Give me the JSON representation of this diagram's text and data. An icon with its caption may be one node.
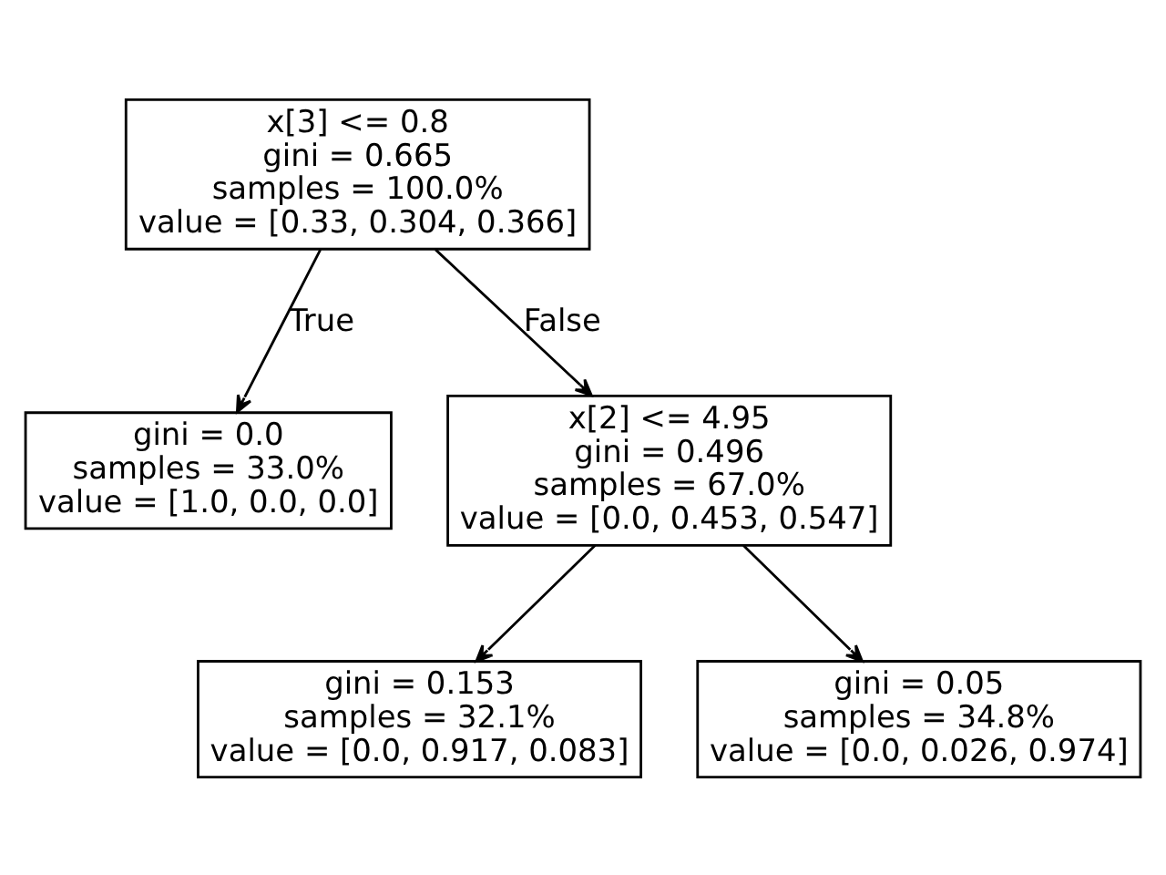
{
  "diagram": {
    "nodes": [
      {
        "text": [
          "x[3] <= 0.8",
          "gini = 0.665",
          "samples = 100.0%",
          "value = [0.33, 0.304, 0.366]"
        ]
      },
      {
        "text": [
          "gini = 0.0",
          "samples = 33.0%",
          "value = [1.0, 0.0, 0.0]"
        ]
      },
      {
        "text": [
          "x[2] <= 4.95",
          "gini = 0.496",
          "samples = 67.0%",
          "value = [0.0, 0.453, 0.547]"
        ]
      },
      {
        "text": [
          "gini = 0.153",
          "samples = 32.1%",
          "value = [0.0, 0.917, 0.083]"
        ]
      },
      {
        "text": [
          "gini = 0.05",
          "samples = 34.8%",
          "value = [0.0, 0.026, 0.974]"
        ]
      }
    ],
    "edges": [
      {
        "from": 0,
        "to": 1,
        "arrow": "to",
        "label": "True"
      },
      {
        "from": 0,
        "to": 2,
        "arrow": "to",
        "label": "False"
      },
      {
        "from": 2,
        "to": 3,
        "arrow": "to"
      },
      {
        "from": 2,
        "to": 4,
        "arrow": "to"
      }
    ]
  }
}
